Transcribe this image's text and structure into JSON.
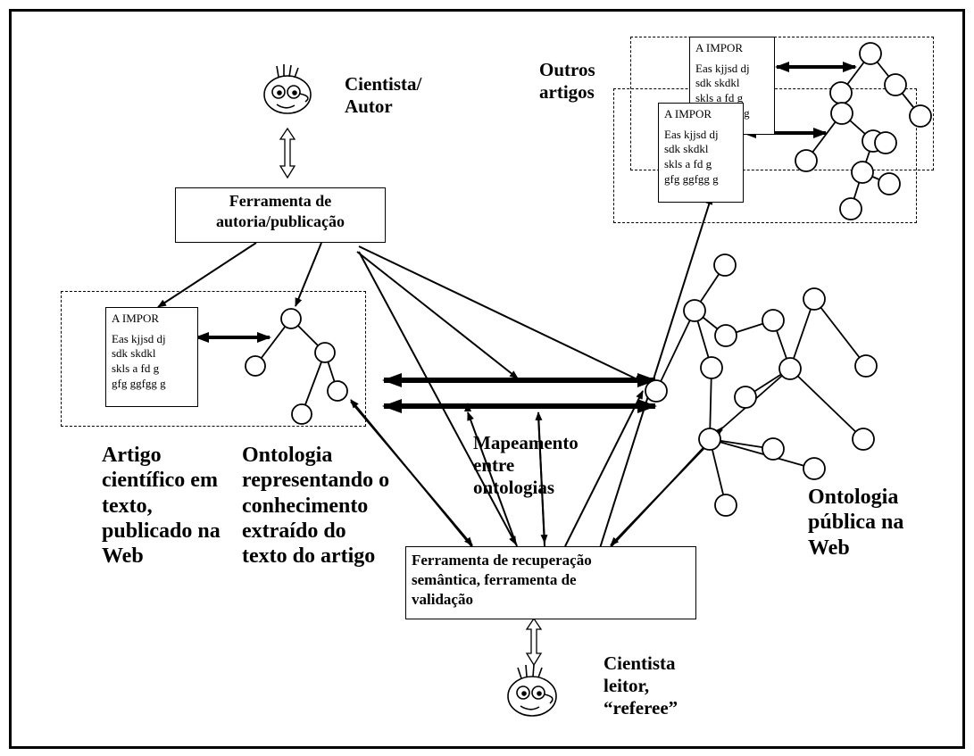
{
  "labels": {
    "cientista_autor": "Cientista/\nAutor",
    "outros_artigos": "Outros\nartigos",
    "artigo": "Artigo\ncientífico em\ntexto,\npublicado na\nWeb",
    "ontologia_rep": "Ontologia\nrepresentando o\nconhecimento\nextraído do\ntexto do artigo",
    "mapeamento": "Mapeamento\nentre\nontologias",
    "ontologia_publica": "Ontologia\npública na\nWeb",
    "cientista_leitor": "Cientista\nleitor,\n“referee”"
  },
  "boxes": {
    "autoria": "Ferramenta de\nautoria/publicação",
    "recuperacao": "Ferramenta de recuperação\nsemântica, ferramenta de\nvalidação"
  },
  "doc": {
    "title": "A IMPOR",
    "body": "Eas  kjjsd dj\nsdk skdkl\nskls a fd g\ngfg ggfgg g"
  },
  "icons": [
    "scientist-face-icon",
    "ontology-node-icon"
  ]
}
